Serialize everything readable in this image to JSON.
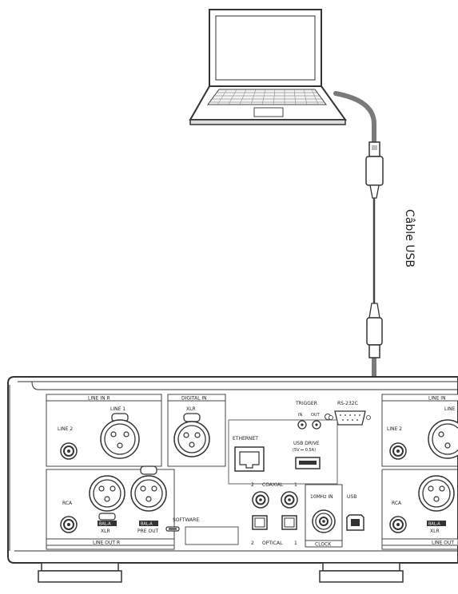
{
  "cable_label": "Câble USB",
  "panel": {
    "line_in_r": "LINE IN R",
    "line_in": "LINE IN",
    "line1": "LINE 1",
    "line2": "LINE 2",
    "line2_right": "LINE 2",
    "digital_in": "DIGITAL IN",
    "xlr_top": "XLR",
    "trigger": "TRIGGER",
    "trigger_in": "IN",
    "trigger_out": "OUT",
    "rs232c": "RS-232C",
    "ethernet": "ETHERNET",
    "usb_drive": "USB DRIVE",
    "usb_drive_rating": "(5V ⎓ 0.5A)",
    "coaxial_2": "2",
    "coaxial": "COAXIAL",
    "coaxial_1": "1",
    "optical_2": "2",
    "optical": "OPTICAL",
    "optical_1": "1",
    "clock_in": "10MHz IN",
    "clock": "CLOCK",
    "usb": "USB",
    "rca": "RCA",
    "rca_right": "RCA",
    "bal_a_1": "BAL-A",
    "xlr_1": "XLR",
    "bal_a_2": "BAL-A",
    "pre_out": "PRE OUT",
    "software": "SOFTWARE",
    "line_out_r": "LINE OUT R",
    "line_out": "LINE OUT",
    "bal_a_right": "BAL-A",
    "xlr_right": "XLR",
    "line_right_top": "LINE"
  }
}
